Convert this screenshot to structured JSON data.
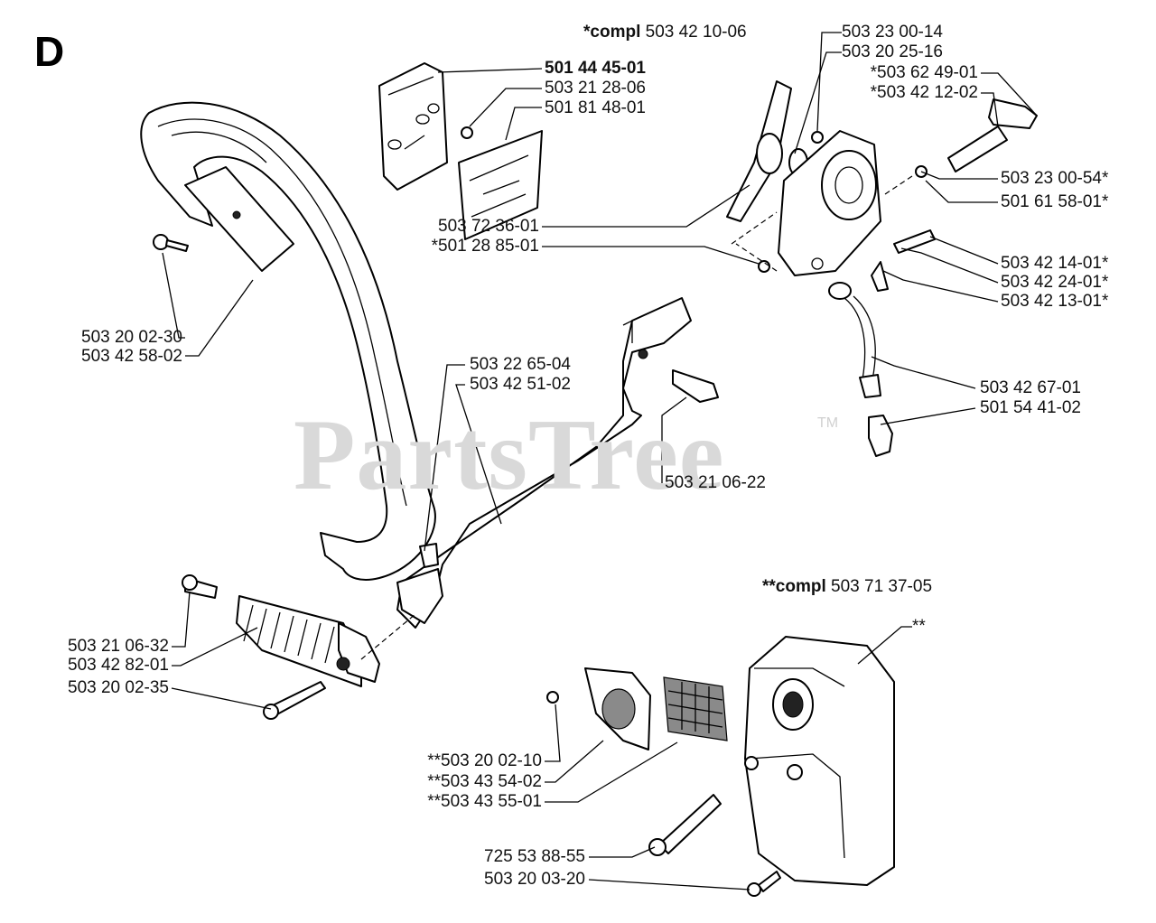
{
  "section_letter": "D",
  "watermark": {
    "text": "PartsTree",
    "trademark": "TM"
  },
  "assemblies": {
    "pump_kit": {
      "prefix": "*",
      "word": "compl",
      "number": "503 42 10-06"
    },
    "muffler_kit": {
      "prefix": "**",
      "word": "compl",
      "number": "503 71 37-05"
    }
  },
  "labels": {
    "p501444501": "501 44 45-01",
    "p503212806": "503 21 28-06",
    "p501814801": "501 81 48-01",
    "p503230014": "503 23 00-14",
    "p503202516": "503 20 25-16",
    "p503624901": "*503 62 49-01",
    "p503421202": "*503 42 12-02",
    "p503230054": "503 23 00-54*",
    "p501615801": "501 61 58-01*",
    "p503723601": "503 72 36-01",
    "p501288501": "*501 28 85-01",
    "p503421401": "503 42 14-01*",
    "p503422401": "503 42 24-01*",
    "p503421301": "503 42 13-01*",
    "p503426701": "503 42 67-01",
    "p501544102": "501 54 41-02",
    "p503200230": "503 20 02-30",
    "p503425802": "503 42 58-02",
    "p503226504": "503 22 65-04",
    "p503425102": "503 42 51-02",
    "p503210622": "503 21 06-22",
    "p503210632": "503 21 06-32",
    "p503428201": "503 42 82-01",
    "p503200235": "503 20 02-35",
    "p_star2": "**",
    "p503200210": "**503 20 02-10",
    "p503435402": "**503 43 54-02",
    "p503435501": "**503 43 55-01",
    "p725538855": "725 53 88-55",
    "p503200320": "503 20 03-20"
  }
}
